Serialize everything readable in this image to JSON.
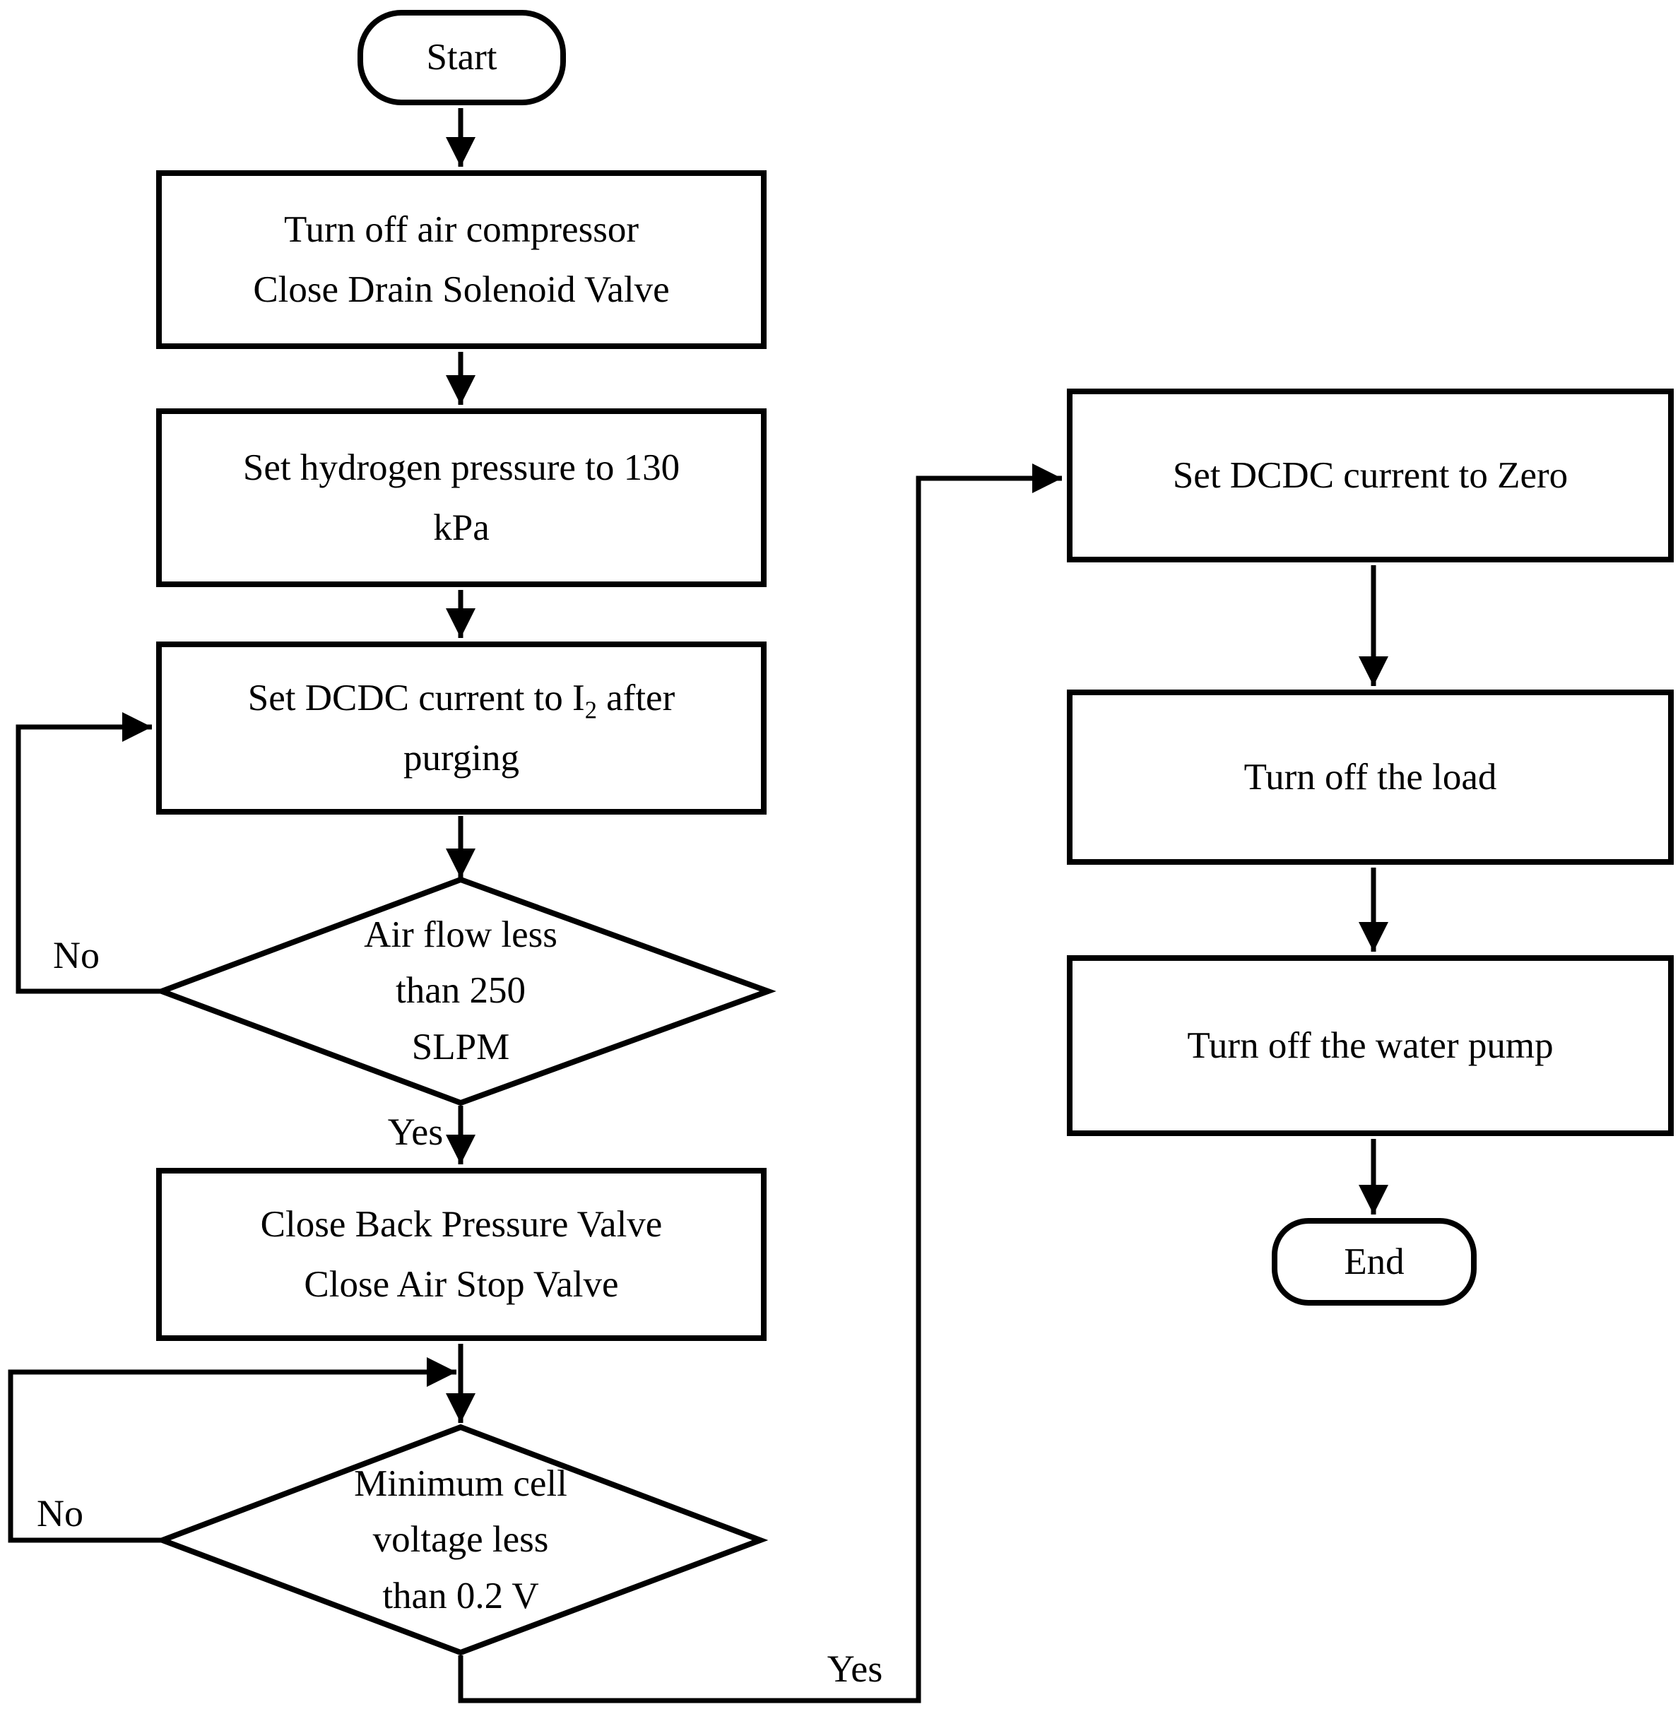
{
  "colors": {
    "stroke": "#000000",
    "background": "#ffffff"
  },
  "nodes": {
    "start": {
      "label": "Start"
    },
    "box_compressor": {
      "text": "Turn off air compressor\nClose Drain Solenoid Valve"
    },
    "box_hydrogen": {
      "text": "Set hydrogen pressure to 130\nkPa"
    },
    "box_dcdc_i2": {
      "pre": "Set DCDC current to I",
      "sub": "2",
      "post": " after",
      "line2": "purging"
    },
    "diamond_airflow": {
      "text": "Air flow less\nthan 250\nSLPM"
    },
    "box_valves": {
      "text": "Close Back Pressure Valve\nClose Air Stop Valve"
    },
    "diamond_voltage": {
      "text": "Minimum cell\nvoltage less\nthan 0.2 V"
    },
    "box_dcdc_zero": {
      "text": "Set DCDC current to Zero"
    },
    "box_load": {
      "text": "Turn off the load"
    },
    "box_pump": {
      "text": "Turn off the water pump"
    },
    "end": {
      "label": "End"
    }
  },
  "labels": {
    "airflow_no": "No",
    "airflow_yes": "Yes",
    "voltage_no": "No",
    "voltage_yes": "Yes"
  }
}
